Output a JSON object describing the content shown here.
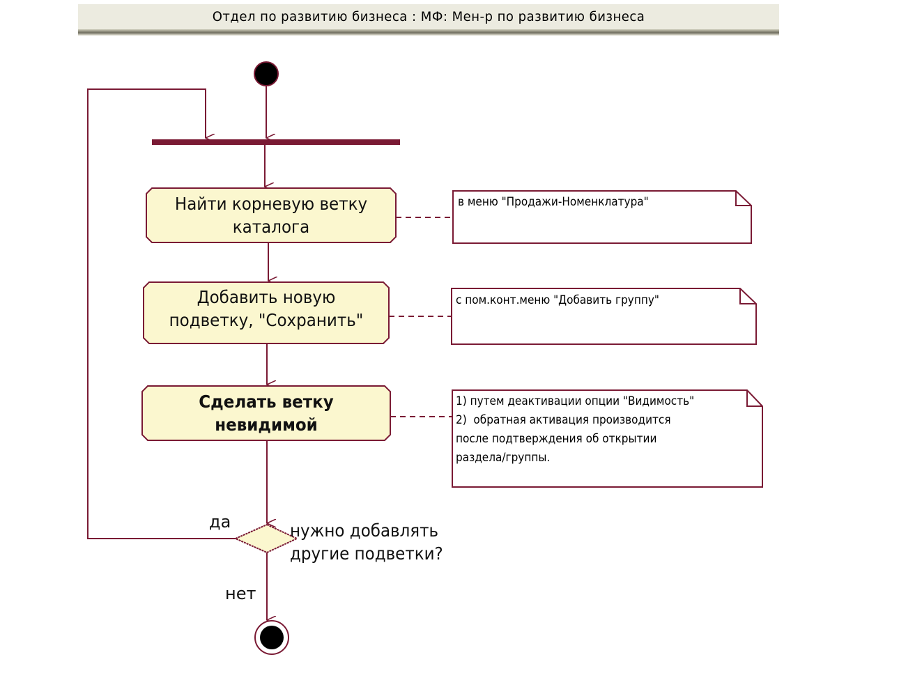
{
  "header": {
    "title": "Отдел по развитию бизнеса : МФ: Мен-р по развитию бизнеса"
  },
  "colors": {
    "line": "#7a1a34",
    "activity_fill": "#fbf7cf",
    "note_fill": "#ffffff",
    "node_fill": "#000000"
  },
  "diagram": {
    "type": "activity",
    "nodes": {
      "start": {
        "kind": "initial"
      },
      "fork": {
        "kind": "synchronization-bar"
      },
      "activities": [
        {
          "id": "a1",
          "lines": [
            "Найти корневую ветку",
            "каталога"
          ],
          "bold": false
        },
        {
          "id": "a2",
          "lines": [
            "Добавить новую",
            "подветку, \"Сохранить\""
          ],
          "bold": false
        },
        {
          "id": "a3",
          "lines": [
            "Сделать ветку",
            "невидимой"
          ],
          "bold": true
        }
      ],
      "decision": {
        "lines": [
          "нужно добавлять",
          "другие подветки?"
        ]
      },
      "end": {
        "kind": "final"
      }
    },
    "notes": [
      {
        "attached_to": "a1",
        "text": "в меню \"Продажи-Номенклатура\""
      },
      {
        "attached_to": "a2",
        "text": "с пом.конт.меню \"Добавить группу\""
      },
      {
        "attached_to": "a3",
        "text": "1) путем деактивации опции \"Видимость\"\n2)  обратная активация производится\nпосле подтверждения об открытии\nраздела/группы."
      }
    ],
    "guards": {
      "yes": "да",
      "no": "нет"
    },
    "edges": [
      {
        "from": "start",
        "to": "fork"
      },
      {
        "from": "fork",
        "to": "a1"
      },
      {
        "from": "a1",
        "to": "a2"
      },
      {
        "from": "a2",
        "to": "a3"
      },
      {
        "from": "a3",
        "to": "decision"
      },
      {
        "from": "decision",
        "to": "fork",
        "guard": "да"
      },
      {
        "from": "decision",
        "to": "end",
        "guard": "нет"
      }
    ]
  }
}
